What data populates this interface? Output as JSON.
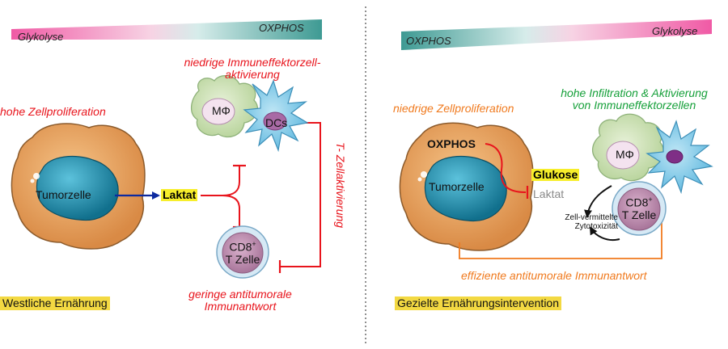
{
  "colors": {
    "red": "#e8141c",
    "orange": "#f07a1e",
    "green": "#16a03a",
    "highlight": "#f7ee2b",
    "footer_highlight": "#f3d942",
    "gradient_pink": "#f05aa5",
    "gradient_teal": "#3e9a93",
    "tumor_outer": "#e9a866",
    "tumor_nucleus": "#1b8fb0",
    "arrow_blue": "#0c2aa0"
  },
  "left": {
    "gradient_left_label": "Glykolyse",
    "gradient_right_label": "OXPHOS",
    "proliferation": "hohe Zellproliferation",
    "tumor_cell": "Tumorzelle",
    "lactate": "Laktat",
    "macrophage": "MΦ",
    "dendritic": "DCs",
    "t_cell_line1": "CD8",
    "t_cell_sup": "+",
    "t_cell_line2": "T Zelle",
    "immune_activation_line1": "niedrige Immuneffektorzell-",
    "immune_activation_line2": "aktivierung",
    "t_cell_activation": "T- Zellaktivierung",
    "response_line1": "geringe antitumorale",
    "response_line2": "Immunantwort",
    "footer": "Westliche Ernährung"
  },
  "right": {
    "gradient_left_label": "OXPHOS",
    "gradient_right_label": "Glykolyse",
    "proliferation": "niedrige Zellproliferation",
    "infiltration_line1": "hohe Infiltration & Aktivierung",
    "infiltration_line2": "von Immuneffektorzellen",
    "oxphos": "OXPHOS",
    "tumor_cell": "Tumorzelle",
    "glucose": "Glukose",
    "lactate": "Laktat",
    "macrophage": "MΦ",
    "t_cell_line1": "CD8",
    "t_cell_sup": "+",
    "t_cell_line2": "T Zelle",
    "cytotox_line1": "Zell-vermittelte",
    "cytotox_line2": "Zytotoxizität",
    "response": "effiziente antitumorale Immunantwort",
    "footer": "Gezielte Ernährungsintervention"
  }
}
